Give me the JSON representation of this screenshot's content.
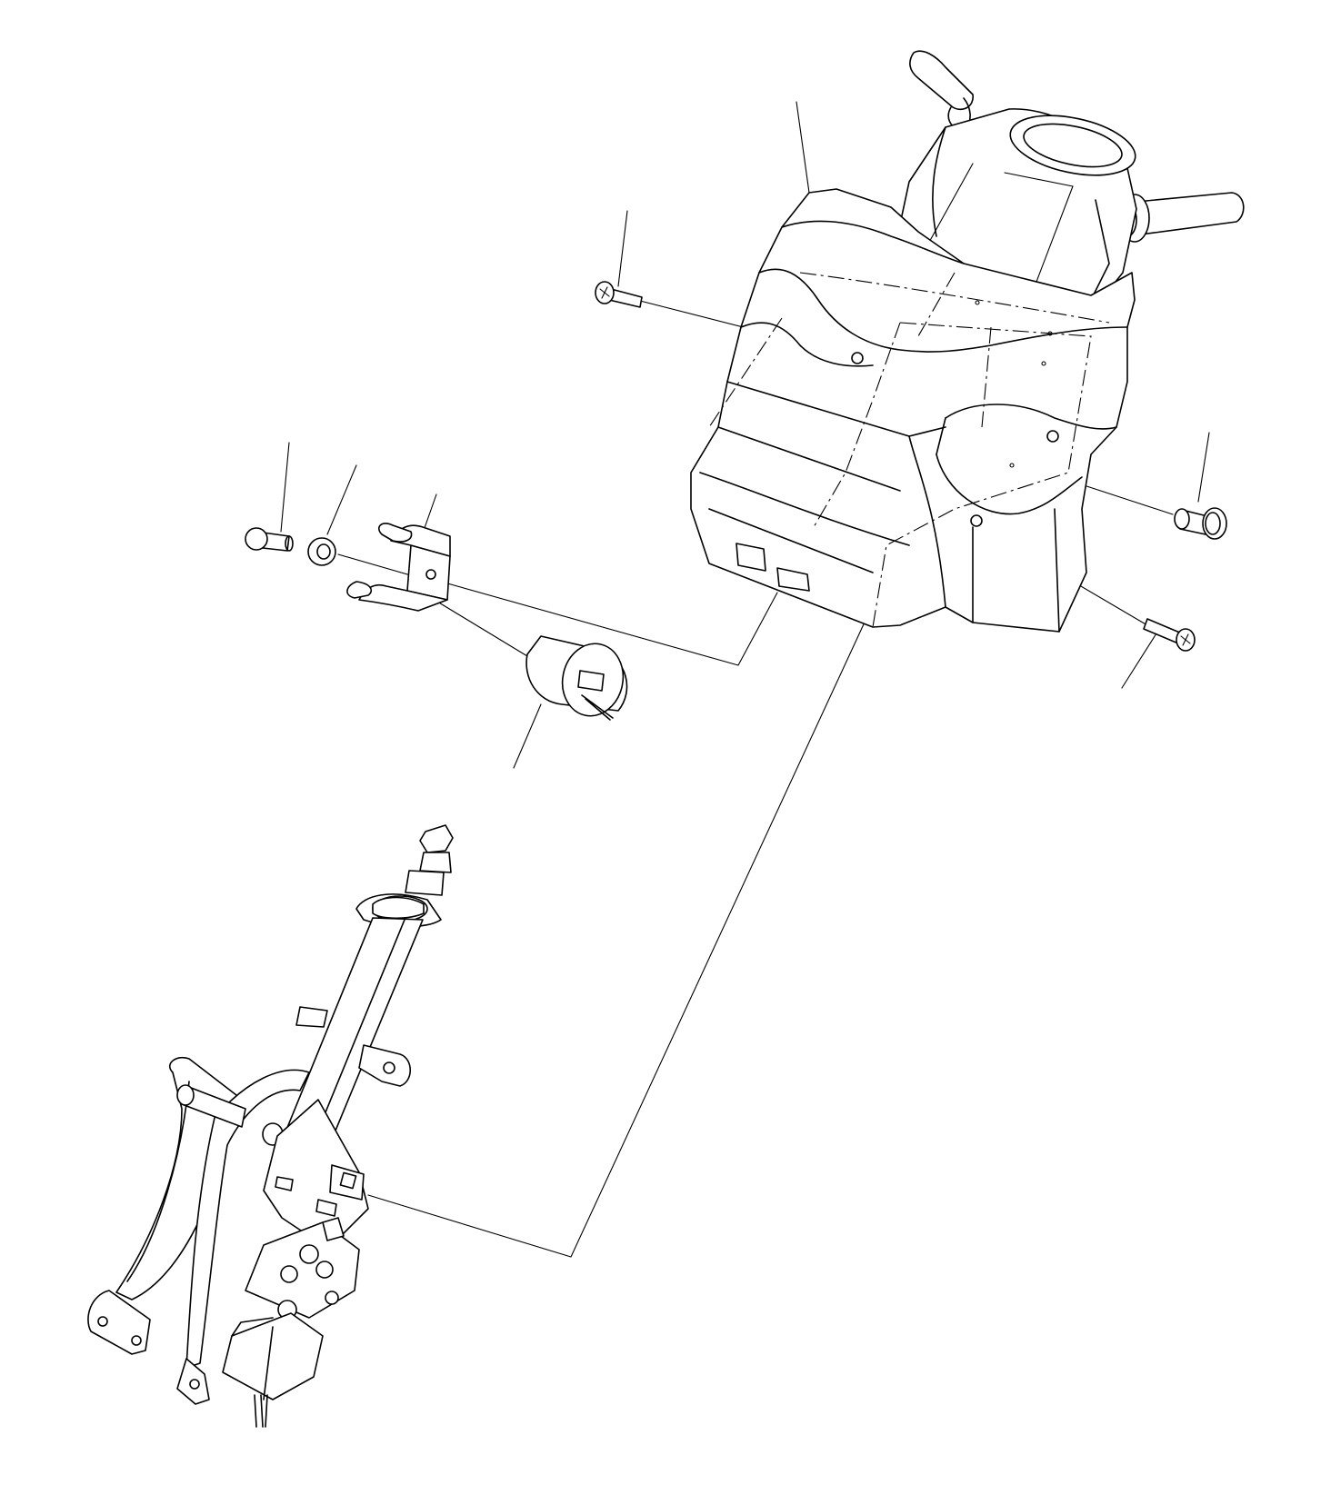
{
  "diagram": {
    "type": "exploded-parts-diagram",
    "stroke_color": "#000000",
    "background_color": "#ffffff",
    "parts": [
      {
        "id": "column-shroud",
        "icon": "steering-column-shroud-icon"
      },
      {
        "id": "combination-switch-stalks",
        "icon": "switch-stalk-icon"
      },
      {
        "id": "shroud-screw-upper-left",
        "icon": "screw-icon"
      },
      {
        "id": "shroud-screw-lower-right",
        "icon": "screw-icon"
      },
      {
        "id": "shroud-bolt-right",
        "icon": "bolt-icon"
      },
      {
        "id": "bracket-bolt",
        "icon": "bolt-icon"
      },
      {
        "id": "washer",
        "icon": "washer-icon"
      },
      {
        "id": "relay-bracket",
        "icon": "bracket-icon"
      },
      {
        "id": "relay",
        "icon": "relay-icon"
      },
      {
        "id": "steering-column",
        "icon": "steering-column-icon"
      }
    ],
    "callout_count": 8
  }
}
